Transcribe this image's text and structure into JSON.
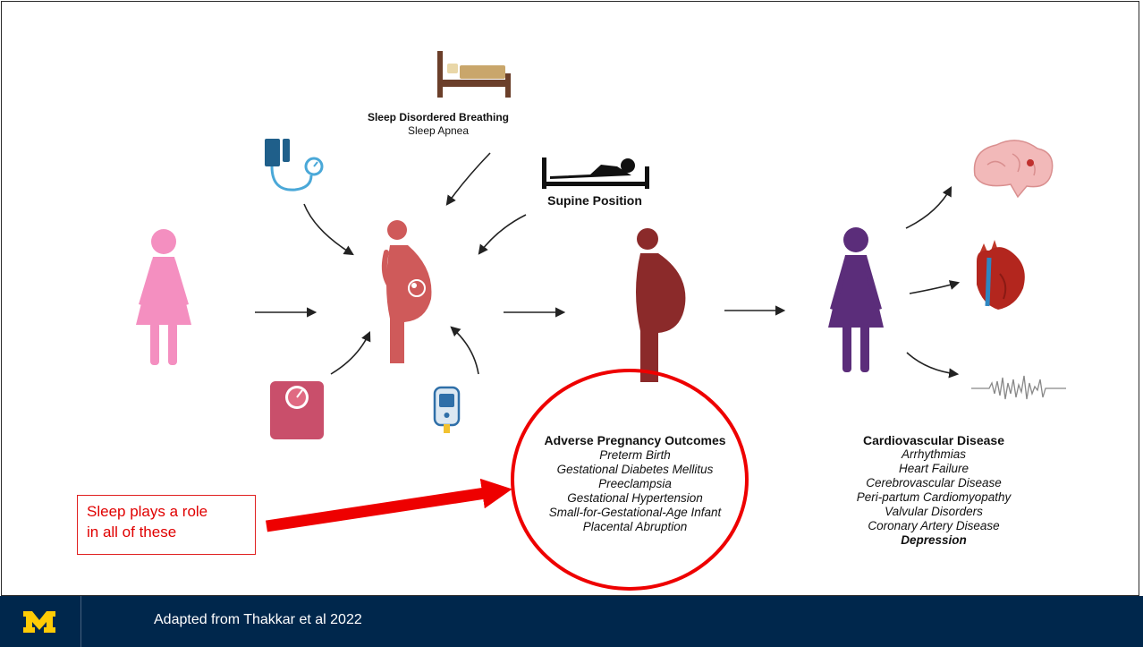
{
  "colors": {
    "pink_figure": "#f48fc0",
    "pregnant_figure": "#cf5a5a",
    "late_pregnant_figure": "#8b2a2a",
    "purple_figure": "#5b2d7a",
    "callout_red": "#e00000",
    "footer_navy": "#00274c",
    "logo_maize": "#ffcb05"
  },
  "diagram": {
    "sleep_disordered_breathing": {
      "title": "Sleep Disordered Breathing",
      "subtitle": "Sleep Apnea"
    },
    "supine_position": "Supine Position",
    "adverse_pregnancy_outcomes": {
      "title": "Adverse Pregnancy Outcomes",
      "items": [
        "Preterm Birth",
        "Gestational Diabetes Mellitus",
        "Preeclampsia",
        "Gestational Hypertension",
        "Small-for-Gestational-Age Infant",
        "Placental Abruption"
      ]
    },
    "cardiovascular_disease": {
      "title": "Cardiovascular Disease",
      "items": [
        "Arrhythmias",
        "Heart Failure",
        "Cerebrovascular Disease",
        "Peri-partum Cardiomyopathy",
        "Valvular Disorders",
        "Coronary Artery Disease"
      ],
      "extra": "Depression"
    }
  },
  "callout": {
    "line1": "Sleep plays a role",
    "line2": "in all of these"
  },
  "footer": {
    "credit": "Adapted from Thakkar et al 2022"
  },
  "icons": [
    "bed-icon",
    "blood-pressure-cuff-icon",
    "supine-sleeper-icon",
    "weight-scale-icon",
    "glucose-meter-icon",
    "brain-icon",
    "heart-icon",
    "ecg-waveform-icon",
    "block-m-logo"
  ]
}
